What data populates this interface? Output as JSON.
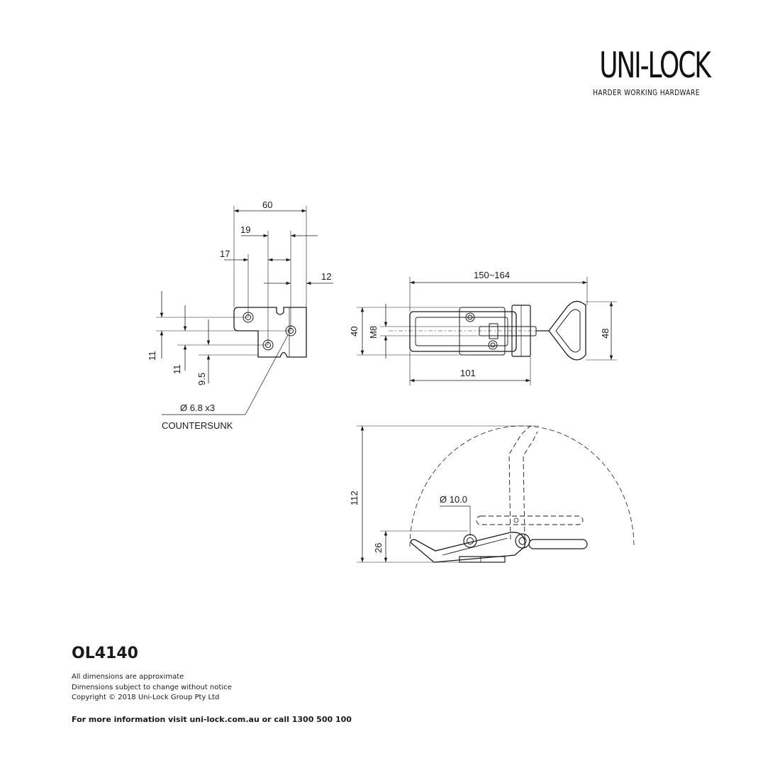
{
  "brand": {
    "name": "UNI-LOCK",
    "tagline": "HARDER WORKING HARDWARE"
  },
  "dimensions": {
    "base_width": "60",
    "hole_offset_a": "19",
    "hole_offset_b": "17",
    "hole_offset_c": "12",
    "hole_pitch_v1": "11",
    "hole_pitch_v2": "11",
    "hole_pitch_v3": "9.5",
    "hole_spec": "Ø 6.8 x3",
    "hole_type": "COUNTERSUNK",
    "length_range": "150~164",
    "height_40": "40",
    "thread": "M8",
    "loop_height": "48",
    "body_length": "101",
    "swing_height": "112",
    "pivot_dia": "Ø 10.0",
    "closed_height": "26"
  },
  "footer": {
    "model": "OL4140",
    "notes": [
      "All dimensions are approximate",
      "Dimensions subject to change without notice",
      "Copyright © 2018 Uni-Lock Group Pty Ltd"
    ],
    "more_info": "For more information visit uni-lock.com.au or call 1300 500 100"
  }
}
